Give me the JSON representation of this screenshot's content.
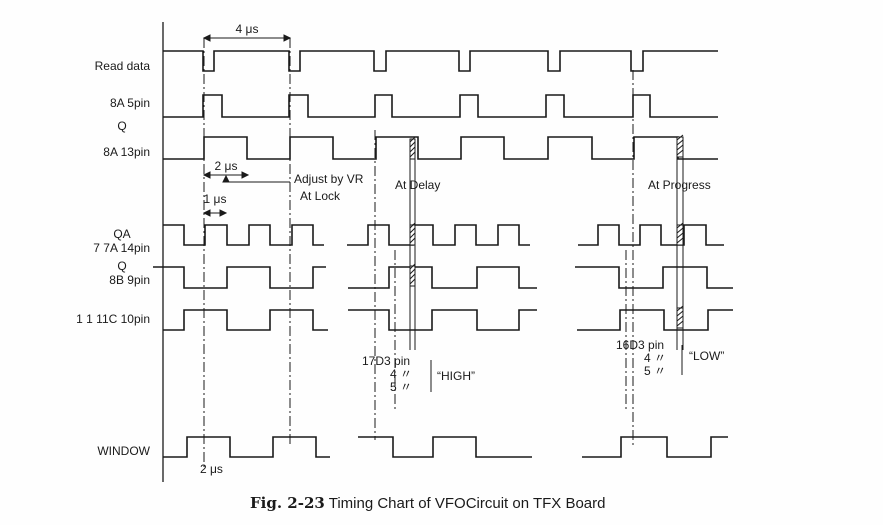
{
  "caption": {
    "figure_number": "Fig. 2-23",
    "title": "Timing Chart of VFOCircuit on TFX Board"
  },
  "signals": [
    {
      "id": "read-data",
      "label_top": "",
      "label": "Read data"
    },
    {
      "id": "8a-5pin",
      "label_top": "",
      "label": "8A  5pin"
    },
    {
      "id": "8a-13pin",
      "label_top": "Q",
      "label": "8A  13pin"
    },
    {
      "id": "7a-14pin",
      "label_top": "QA",
      "label": "7 7A  14pin"
    },
    {
      "id": "8b-9pin",
      "label_top": "Q",
      "label": "8B  9pin"
    },
    {
      "id": "11c-10pin",
      "label_top": "",
      "label": "1 1 11C  10pin"
    },
    {
      "id": "window",
      "label_top": "",
      "label": "WINDOW"
    }
  ],
  "annotations": {
    "period_4us": "4 μs",
    "width_2us": "2 μs",
    "width_1us": "1 μs",
    "adjust": "Adjust by VR",
    "at_lock": "At Lock",
    "at_delay": "At Delay",
    "at_progress": "At Progress",
    "window_2us": "2 μs",
    "high_group": {
      "line1": "17D3  pin",
      "line2": "4   〃",
      "line3": "5   〃",
      "state": "“HIGH”"
    },
    "low_group": {
      "line1": "16D3  pin",
      "line2": "4   〃",
      "line3": "5   〃",
      "state": "“LOW”"
    }
  },
  "colors": {
    "ink": "#1a1a1a",
    "paper": "#fefefe"
  }
}
